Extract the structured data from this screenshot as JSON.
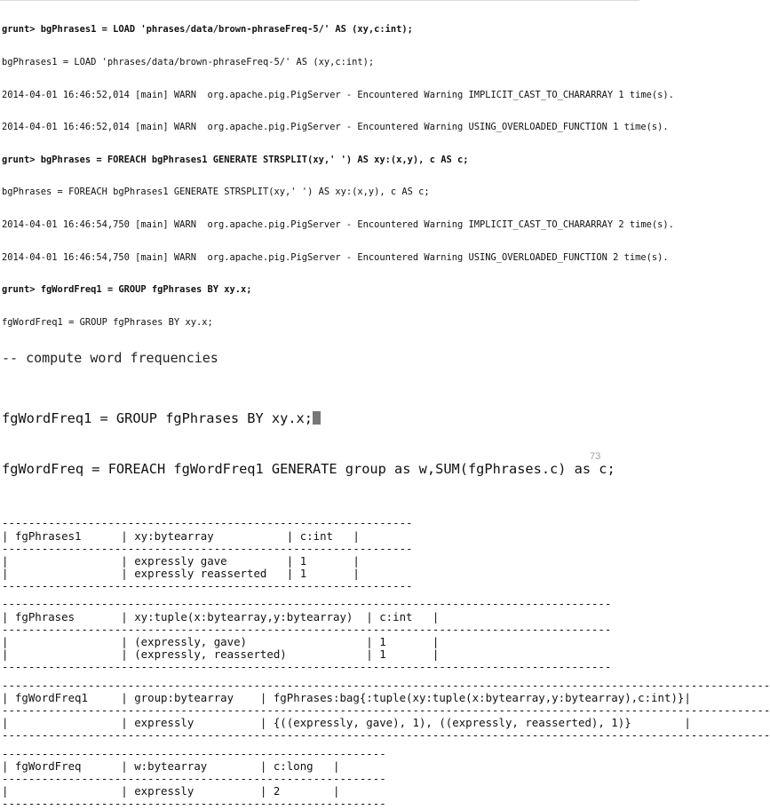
{
  "log_lines": [
    "grunt> bgPhrases1 = LOAD 'phrases/data/brown-phraseFreq-5/' AS (xy,c:int);",
    "bgPhrases1 = LOAD 'phrases/data/brown-phraseFreq-5/' AS (xy,c:int);",
    "2014-04-01 16:46:52,014 [main] WARN  org.apache.pig.PigServer - Encountered Warning IMPLICIT_CAST_TO_CHARARRAY 1 time(s).",
    "2014-04-01 16:46:52,014 [main] WARN  org.apache.pig.PigServer - Encountered Warning USING_OVERLOADED_FUNCTION 1 time(s).",
    "grunt> bgPhrases = FOREACH bgPhrases1 GENERATE STRSPLIT(xy,' ') AS xy:(x,y), c AS c;",
    "bgPhrases = FOREACH bgPhrases1 GENERATE STRSPLIT(xy,' ') AS xy:(x,y), c AS c;",
    "2014-04-01 16:46:54,750 [main] WARN  org.apache.pig.PigServer - Encountered Warning IMPLICIT_CAST_TO_CHARARRAY 2 time(s).",
    "2014-04-01 16:46:54,750 [main] WARN  org.apache.pig.PigServer - Encountered Warning USING_OVERLOADED_FUNCTION 2 time(s).",
    "grunt> fgWordFreq1 = GROUP fgPhrases BY xy.x;",
    "fgWordFreq1 = GROUP fgPhrases BY xy.x;"
  ],
  "comment": "-- compute word frequencies",
  "big_line_1": "fgWordFreq1 = GROUP fgPhrases BY xy.x;",
  "big_line_2": "fgWordFreq = FOREACH fgWordFreq1 GENERATE group as w,SUM(fgPhrases.c) as c;",
  "dump_blocks": [
    [
      "--------------------------------------------------------------",
      "| fgPhrases1      | xy:bytearray           | c:int   |",
      "--------------------------------------------------------------",
      "|                 | expressly gave         | 1       |",
      "|                 | expressly reasserted   | 1       |",
      "--------------------------------------------------------------"
    ],
    [
      "--------------------------------------------------------------------------------------------",
      "| fgPhrases       | xy:tuple(x:bytearray,y:bytearray)  | c:int   |",
      "--------------------------------------------------------------------------------------------",
      "|                 | (expressly, gave)                  | 1       |",
      "|                 | (expressly, reasserted)            | 1       |",
      "--------------------------------------------------------------------------------------------"
    ],
    [
      "--------------------------------------------------------------------------------------------------------------------",
      "| fgWordFreq1     | group:bytearray    | fgPhrases:bag{:tuple(xy:tuple(x:bytearray,y:bytearray),c:int)}|",
      "--------------------------------------------------------------------------------------------------------------------",
      "|                 | expressly          | {((expressly, gave), 1), ((expressly, reasserted), 1)}        |",
      "--------------------------------------------------------------------------------------------------------------------"
    ],
    [
      "----------------------------------------------------------",
      "| fgWordFreq      | w:bytearray        | c:long   |",
      "----------------------------------------------------------",
      "|                 | expressly          | 2        |",
      "----------------------------------------------------------"
    ]
  ],
  "page_number": "73"
}
